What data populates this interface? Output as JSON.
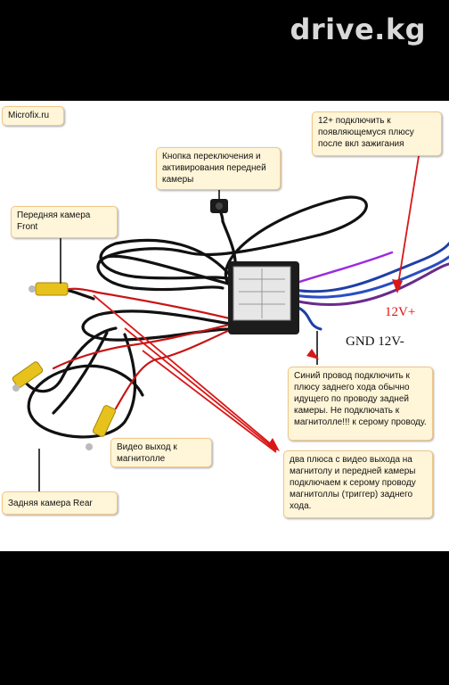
{
  "watermark": "drive.kg",
  "labels": {
    "site": "Microfix.ru",
    "ignition": "12+ подключить к появляющемуся плюсу после вкл зажигания",
    "button": "Кнопка переключения и активирования передней камеры",
    "front": "Передняя камера Front",
    "blue_wire": "Синий провод подключить к плюсу заднего хода обычно идущего по проводу задней камеры. Не подключать к магнитолле!!! к серому проводу.",
    "video_out": "Видео выход к магнитолле",
    "rear": "Задняя камера Rear",
    "two_plus": "два плюса с видео выхода на магнитолу и передней камеры подключаем к серому проводу магнитоллы (триггер) заднего хода.",
    "v12plus": "12V+",
    "gnd": "GND 12V-"
  },
  "colors": {
    "callout_bg": "#fff5d8",
    "callout_border": "#f0c889",
    "arrow_red": "#d81818",
    "rca_yellow": "#e8c21c"
  }
}
